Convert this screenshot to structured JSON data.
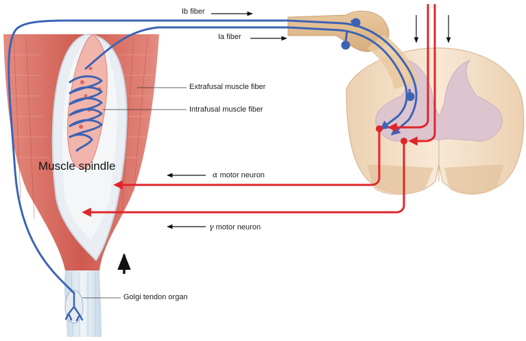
{
  "labels": {
    "ib_fiber": "Ib fiber",
    "ia_fiber": "Ia fiber",
    "extrafusal": "Extrafusal muscle fiber",
    "intrafusal": "Intrafusal muscle fiber",
    "muscle_spindle": "Muscle spindle",
    "alpha_symbol": "α",
    "alpha_text": "motor neuron",
    "gamma_symbol": "γ",
    "gamma_text": "motor neuron",
    "golgi": "Golgi tendon organ"
  },
  "colors": {
    "sensory_fiber": "#3b63b4",
    "motor_fiber": "#e0252b",
    "muscle": "#d9685c",
    "spinal_cord": "#f3dcc2",
    "gray_matter": "#dcc5cf"
  }
}
